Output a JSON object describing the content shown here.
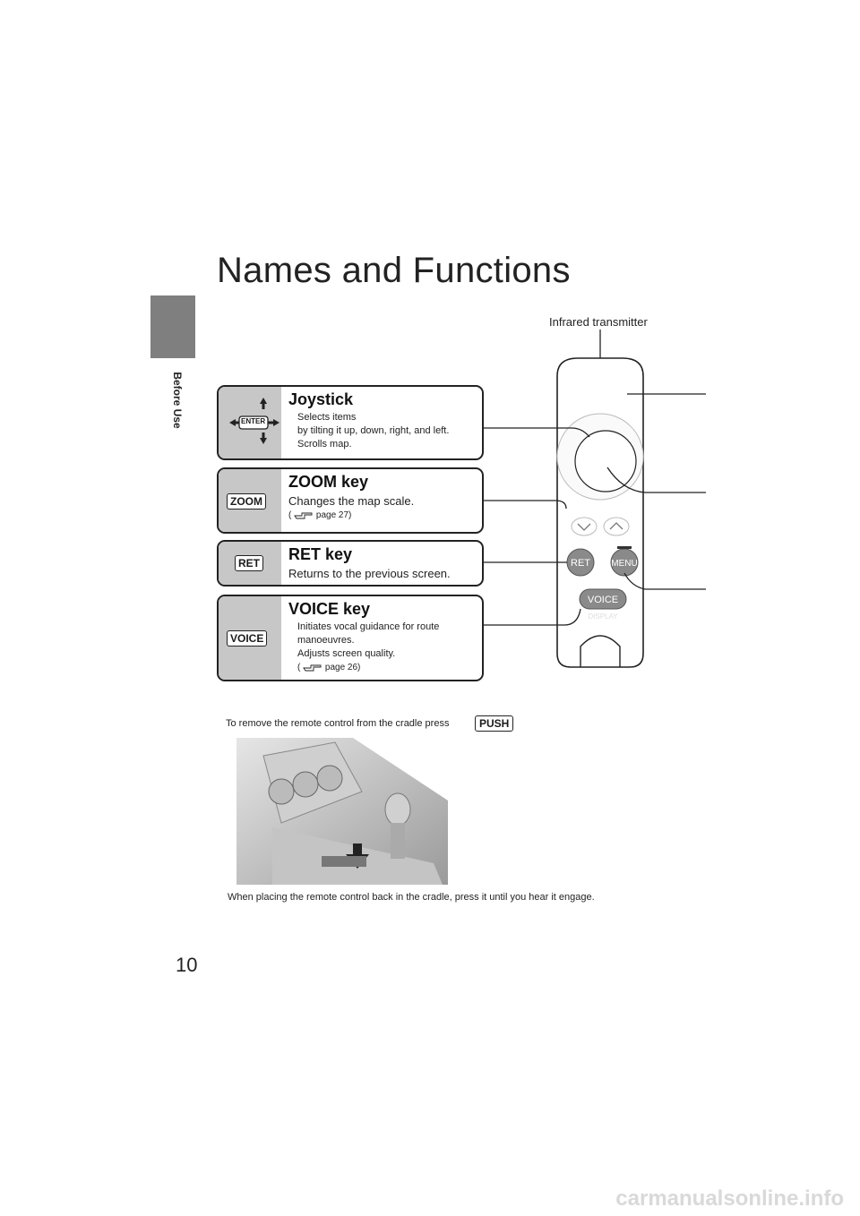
{
  "section": "Before Use",
  "page_number": "10",
  "title": "Names and Functions",
  "labels": {
    "infrared": "Infrared transmitter"
  },
  "cards": {
    "joystick": {
      "title": "Joystick",
      "lines": [
        "Selects items",
        "by tilting it up, down, right, and left.",
        "Scrolls map."
      ],
      "tag": "ENTER"
    },
    "zoom": {
      "title": "ZOOM key",
      "desc": "Changes the map scale.",
      "ref": "page 27)",
      "ref_prefix": "(",
      "tag": "ZOOM"
    },
    "ret": {
      "title": "RET key",
      "desc": "Returns to the previous screen.",
      "tag": "RET"
    },
    "voice": {
      "title": "VOICE key",
      "lines": [
        "Initiates vocal guidance for route",
        "manoeuvres.",
        "Adjusts screen quality."
      ],
      "ref": "page 26)",
      "ref_prefix": "(",
      "tag": "VOICE"
    }
  },
  "remote": {
    "ret": "RET",
    "menu": "MENU",
    "voice": "VOICE",
    "display": "DISPLAY"
  },
  "notes": {
    "remove": "To remove the remote control from the cradle press",
    "push": "PUSH",
    "place": "When placing the remote control back in the cradle, press it until you hear it engage."
  },
  "watermark": "carmanualsonline.info"
}
